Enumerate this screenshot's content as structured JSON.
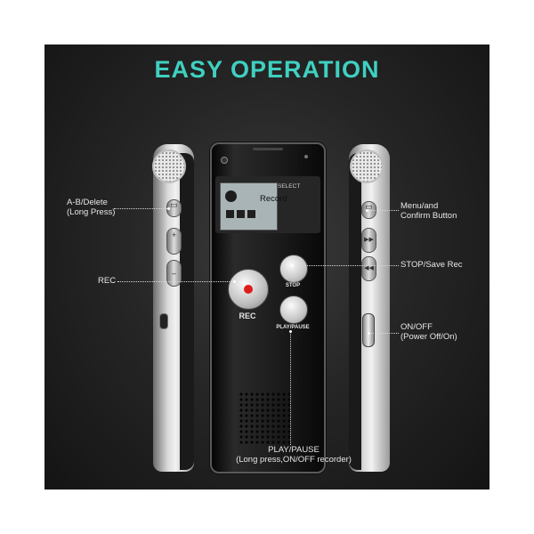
{
  "title": "EASY OPERATION",
  "device": {
    "screen_select": "SELECT",
    "screen_record": "Record",
    "rec_button": "REC",
    "stop_button": "STOP",
    "play_button": "PLAY/PAUSE"
  },
  "callouts": {
    "ab_delete": [
      "A-B/Delete",
      "(Long Press)"
    ],
    "rec": "REC",
    "menu": [
      "Menu/and",
      "Confirm Button"
    ],
    "stop": "STOP/Save Rec",
    "onoff": [
      "ON/OFF",
      "(Power Off/On)"
    ],
    "play": [
      "PLAY/PAUSE",
      "(Long press,ON/OFF recorder)"
    ]
  },
  "colors": {
    "title": "#3fd0c0",
    "background": "#1e1e1e",
    "rec_dot": "#e01b1b"
  },
  "icons": [
    "microphone-grille-icon",
    "speaker-icon",
    "mic-status-icon",
    "folder-icon"
  ]
}
